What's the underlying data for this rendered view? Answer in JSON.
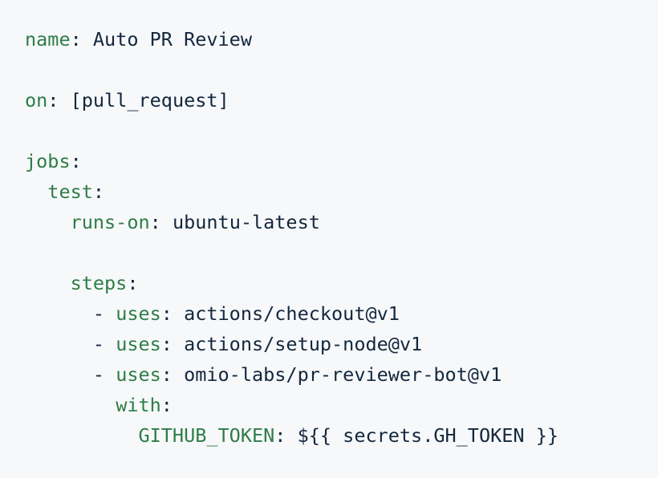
{
  "editor": {
    "background_color": "#f6f8fa",
    "key_color": "#2e7d46",
    "value_color": "#13273d",
    "language": "yaml",
    "file_kind": "github-actions-workflow"
  },
  "code": {
    "lines": [
      {
        "id": "line-name",
        "indent": "",
        "dash": "",
        "key": "name",
        "colon": ":",
        "space": " ",
        "value": "Auto PR Review"
      },
      {
        "id": "line-blank-1",
        "blank": true,
        "indent": "",
        "dash": "",
        "key": "",
        "colon": "",
        "space": "",
        "value": ""
      },
      {
        "id": "line-on",
        "indent": "",
        "dash": "",
        "key": "on",
        "colon": ":",
        "space": " ",
        "value": "[pull_request]"
      },
      {
        "id": "line-blank-2",
        "blank": true,
        "indent": "",
        "dash": "",
        "key": "",
        "colon": "",
        "space": "",
        "value": ""
      },
      {
        "id": "line-jobs",
        "indent": "",
        "dash": "",
        "key": "jobs",
        "colon": ":",
        "space": "",
        "value": ""
      },
      {
        "id": "line-test",
        "indent": "  ",
        "dash": "",
        "key": "test",
        "colon": ":",
        "space": "",
        "value": ""
      },
      {
        "id": "line-runs-on",
        "indent": "    ",
        "dash": "",
        "key": "runs-on",
        "colon": ":",
        "space": " ",
        "value": "ubuntu-latest"
      },
      {
        "id": "line-blank-3",
        "blank": true,
        "indent": "",
        "dash": "",
        "key": "",
        "colon": "",
        "space": "",
        "value": ""
      },
      {
        "id": "line-steps",
        "indent": "    ",
        "dash": "",
        "key": "steps",
        "colon": ":",
        "space": "",
        "value": ""
      },
      {
        "id": "line-step-checkout",
        "indent": "      ",
        "dash": "- ",
        "key": "uses",
        "colon": ":",
        "space": " ",
        "value": "actions/checkout@v1"
      },
      {
        "id": "line-step-setup-node",
        "indent": "      ",
        "dash": "- ",
        "key": "uses",
        "colon": ":",
        "space": " ",
        "value": "actions/setup-node@v1"
      },
      {
        "id": "line-step-pr-reviewer-bot",
        "indent": "      ",
        "dash": "- ",
        "key": "uses",
        "colon": ":",
        "space": " ",
        "value": "omio-labs/pr-reviewer-bot@v1"
      },
      {
        "id": "line-with",
        "indent": "        ",
        "dash": "",
        "key": "with",
        "colon": ":",
        "space": "",
        "value": ""
      },
      {
        "id": "line-github-token",
        "indent": "          ",
        "dash": "",
        "key": "GITHUB_TOKEN",
        "colon": ":",
        "space": " ",
        "value": "${{ secrets.GH_TOKEN }}"
      }
    ]
  }
}
